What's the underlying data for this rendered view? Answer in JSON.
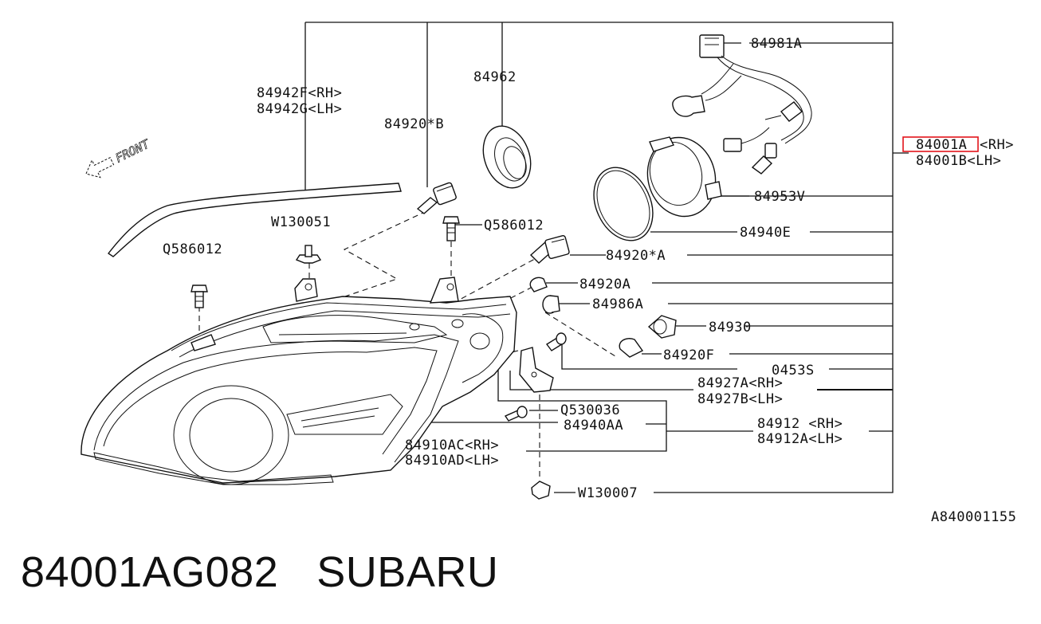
{
  "caption": {
    "part_number": "84001AG082",
    "brand": "SUBARU"
  },
  "diagram": {
    "reference_code": "A840001155",
    "front_indicator": "FRONT",
    "highlight_color": "#e3141b",
    "labels": {
      "l84942f": "84942F<RH>",
      "l84942g": "84942G<LH>",
      "l84962": "84962",
      "l84920b": "84920*B",
      "l84981a": "84981A",
      "l84001a": "84001A",
      "l84001a_side": "<RH>",
      "l84001b": "84001B<LH>",
      "l84953v": "84953V",
      "l84940e": "84940E",
      "lw130051": "W130051",
      "lq586012a": "Q586012",
      "lq586012b": "Q586012",
      "l84920a_star": "84920*A",
      "l84920a": "84920A",
      "l84986a": "84986A",
      "l84930": "84930",
      "l84920f": "84920F",
      "l0453s": "0453S",
      "l84927a": "84927A<RH>",
      "l84927b": "84927B<LH>",
      "lq530036": "Q530036",
      "l84940aa": "84940AA",
      "l84912": "84912 <RH>",
      "l84912a": "84912A<LH>",
      "l84910ac": "84910AC<RH>",
      "l84910ad": "84910AD<LH>",
      "lw130007": "W130007"
    }
  }
}
